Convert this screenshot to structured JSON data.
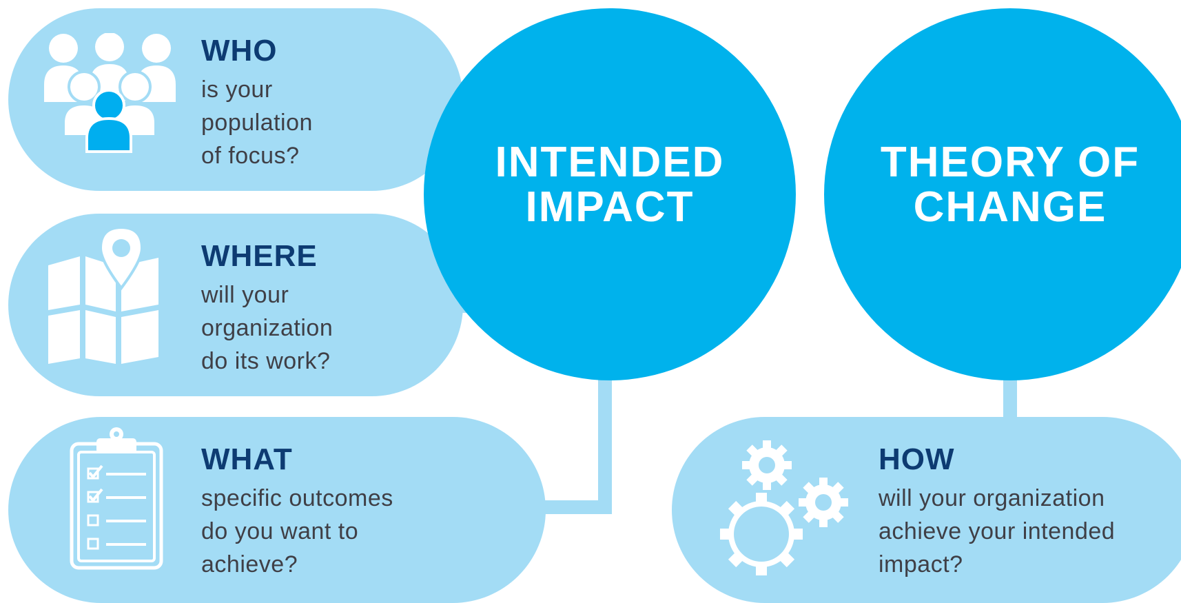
{
  "circles": {
    "intended_impact": {
      "line1": "INTENDED",
      "line2": "IMPACT"
    },
    "theory_of_change": {
      "line1": "THEORY OF",
      "line2": "CHANGE"
    }
  },
  "cards": {
    "who": {
      "heading": "WHO",
      "lines": [
        "is your",
        "population",
        "of focus?"
      ]
    },
    "where": {
      "heading": "WHERE",
      "lines": [
        "will your",
        "organization",
        "do its work?"
      ]
    },
    "what": {
      "heading": "WHAT",
      "lines": [
        "specific outcomes",
        "do you want to",
        "achieve?"
      ]
    },
    "how": {
      "heading": "HOW",
      "lines": [
        "will your organization",
        "achieve your intended",
        "impact?"
      ]
    }
  },
  "icons": {
    "who": "people-group-icon",
    "where": "map-pin-icon",
    "what": "clipboard-checklist-icon",
    "how": "gears-icon"
  },
  "colors": {
    "circle": "#00b2ec",
    "pill": "#a3dcf5",
    "heading": "#0d3b72",
    "body_text": "#3f3f46",
    "accent_person": "#00aeef"
  }
}
